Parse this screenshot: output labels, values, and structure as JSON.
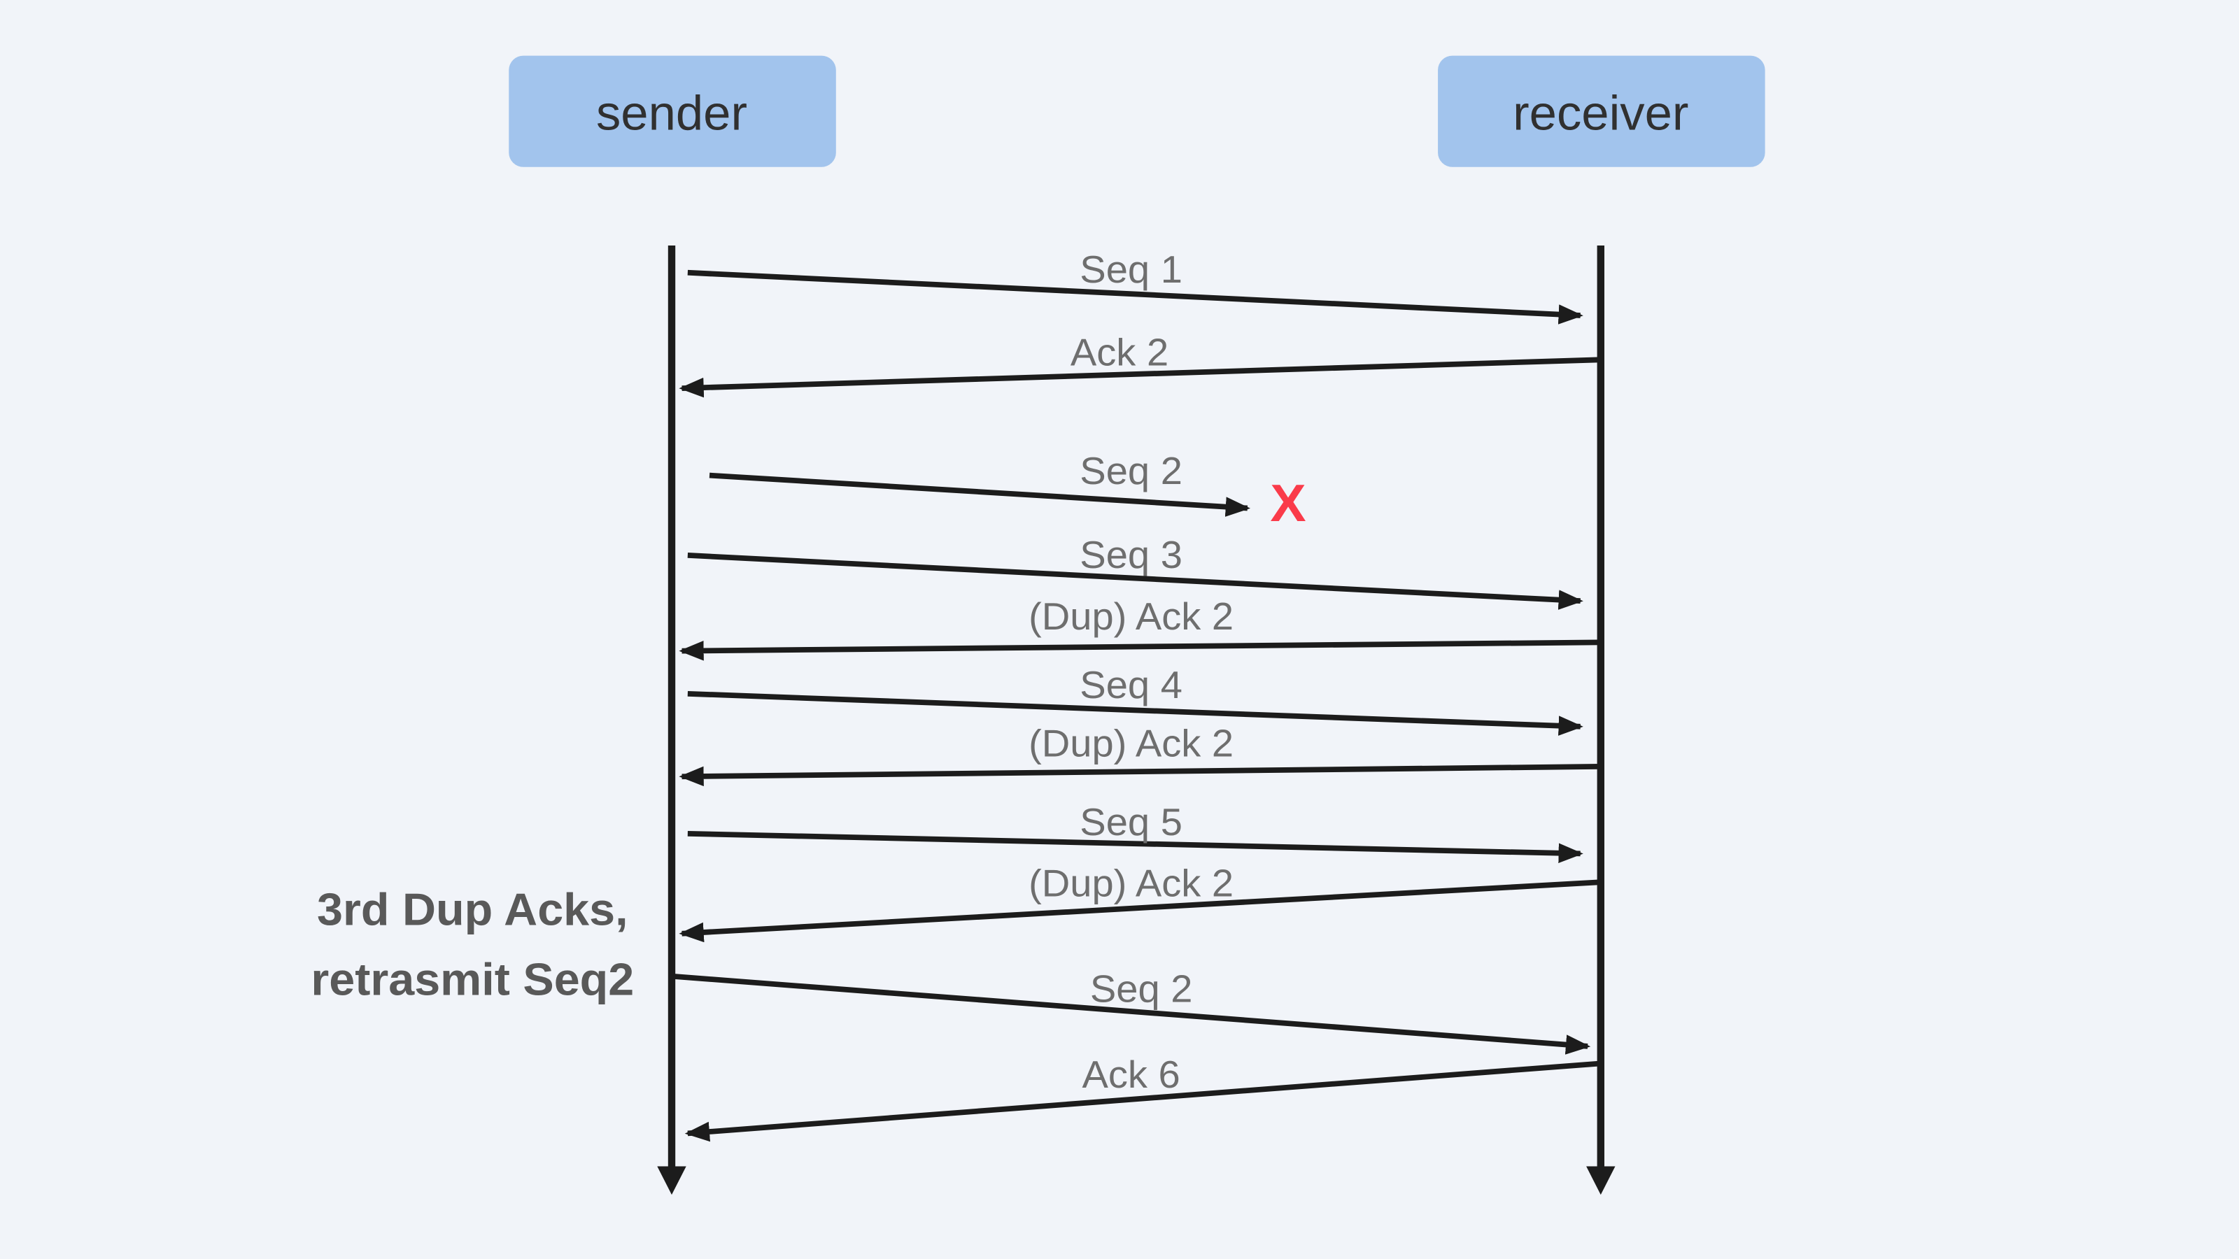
{
  "actors": {
    "sender": "sender",
    "receiver": "receiver"
  },
  "messages": [
    {
      "label": "Seq 1",
      "from": "sender",
      "to": "receiver",
      "direction": "right"
    },
    {
      "label": "Ack 2",
      "from": "receiver",
      "to": "sender",
      "direction": "left"
    },
    {
      "label": "Seq 2",
      "from": "sender",
      "to": "receiver",
      "direction": "right",
      "dropped": true
    },
    {
      "label": "Seq 3",
      "from": "sender",
      "to": "receiver",
      "direction": "right"
    },
    {
      "label": "(Dup) Ack 2",
      "from": "receiver",
      "to": "sender",
      "direction": "left"
    },
    {
      "label": "Seq 4",
      "from": "sender",
      "to": "receiver",
      "direction": "right"
    },
    {
      "label": "(Dup) Ack 2",
      "from": "receiver",
      "to": "sender",
      "direction": "left"
    },
    {
      "label": "Seq 5",
      "from": "sender",
      "to": "receiver",
      "direction": "right"
    },
    {
      "label": "(Dup) Ack 2",
      "from": "receiver",
      "to": "sender",
      "direction": "left"
    },
    {
      "label": "Seq 2",
      "from": "sender",
      "to": "receiver",
      "direction": "right"
    },
    {
      "label": "Ack 6",
      "from": "receiver",
      "to": "sender",
      "direction": "left"
    }
  ],
  "loss_marker": "X",
  "annotation": {
    "line1": "3rd Dup Acks,",
    "line2": "retrasmit Seq2"
  },
  "colors": {
    "background": "#f1f4f9",
    "actor_fill": "#a2c4ed",
    "actor_text": "#303030",
    "label_text": "#6e6e6e",
    "annotation_text": "#595959",
    "arrow": "#1c1c1c",
    "loss": "#fa3b4a"
  }
}
